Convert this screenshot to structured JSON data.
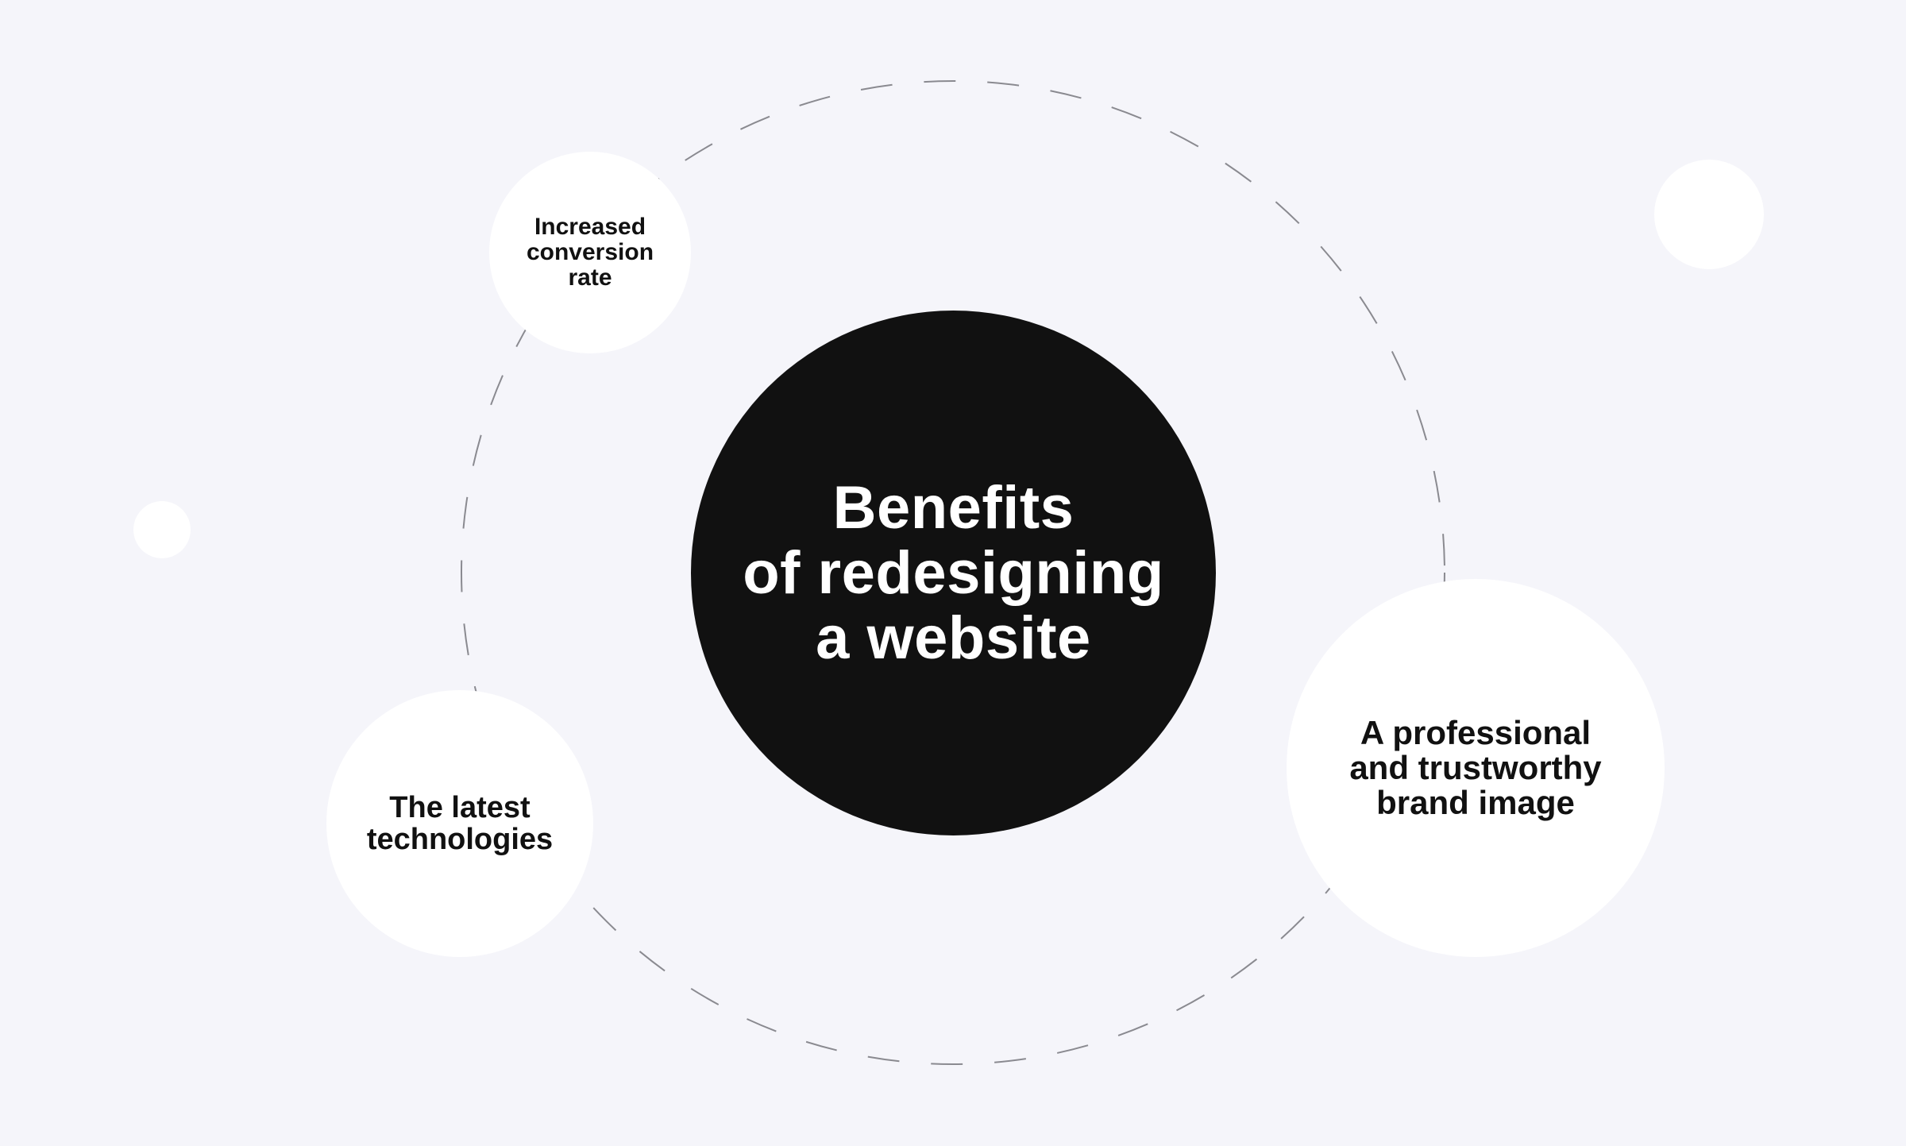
{
  "diagram": {
    "title": "Benefits\nof redesigning\na website",
    "benefits": [
      {
        "label": "Increased\nconversion\nrate"
      },
      {
        "label": "The latest\ntechnologies"
      },
      {
        "label": "A professional\nand trustworthy\nbrand image"
      }
    ]
  },
  "colors": {
    "background": "#f5f5fa",
    "center_circle": "#111111",
    "satellite_circle": "#ffffff",
    "orbit_line": "#8a8a90",
    "text_dark": "#111111",
    "text_light": "#ffffff"
  }
}
